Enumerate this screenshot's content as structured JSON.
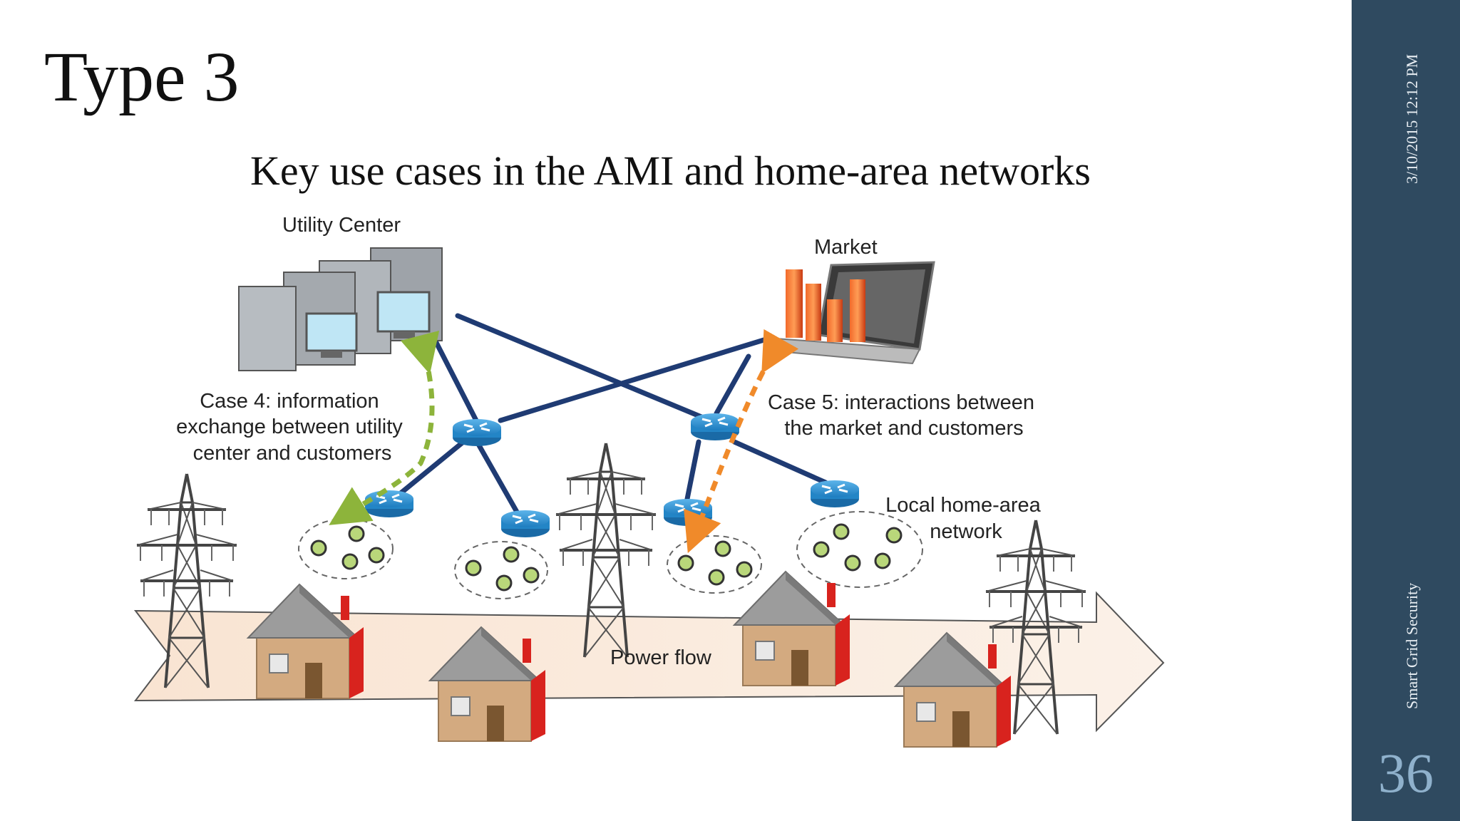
{
  "slide": {
    "title": "Type 3",
    "subtitle": "Key use cases in the AMI and home-area networks",
    "date": "3/10/2015 12:12 PM",
    "footer": "Smart Grid Security",
    "page_number": "36"
  },
  "diagram": {
    "utility_center_label": "Utility Center",
    "market_label": "Market",
    "case4_lines": [
      "Case 4: information",
      "exchange between utility",
      "center and customers"
    ],
    "case5_lines": [
      "Case 5: interactions between",
      "the market and customers"
    ],
    "home_area_lines": [
      "Local home-area",
      "network"
    ],
    "power_flow_label": "Power flow"
  },
  "colors": {
    "sidebar": "#2f4a60",
    "page_number": "#8fb1cc",
    "network_line": "#1f3b73",
    "router": "#2b8fd0",
    "case4_arrow": "#8db43b",
    "case5_arrow": "#f08a2a",
    "node": "#b9d77a",
    "power_flow_band": "#f8e8da"
  }
}
